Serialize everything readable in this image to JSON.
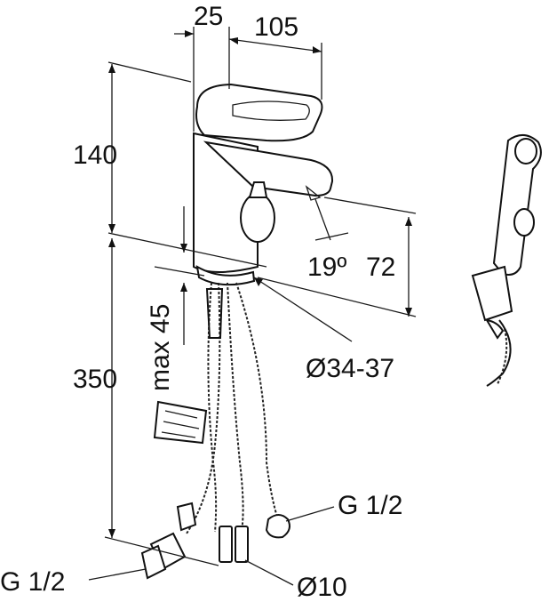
{
  "dimensions": {
    "body_width": "25",
    "spout_reach": "105",
    "height_140": "140",
    "spout_height": "72",
    "spout_angle": "19º",
    "max_thickness": "max 45",
    "hose_length": "350",
    "hole_diameter": "Ø34-37",
    "thread_right": "G 1/2",
    "thread_left": "G 1/2",
    "hose_diameter": "Ø10"
  }
}
